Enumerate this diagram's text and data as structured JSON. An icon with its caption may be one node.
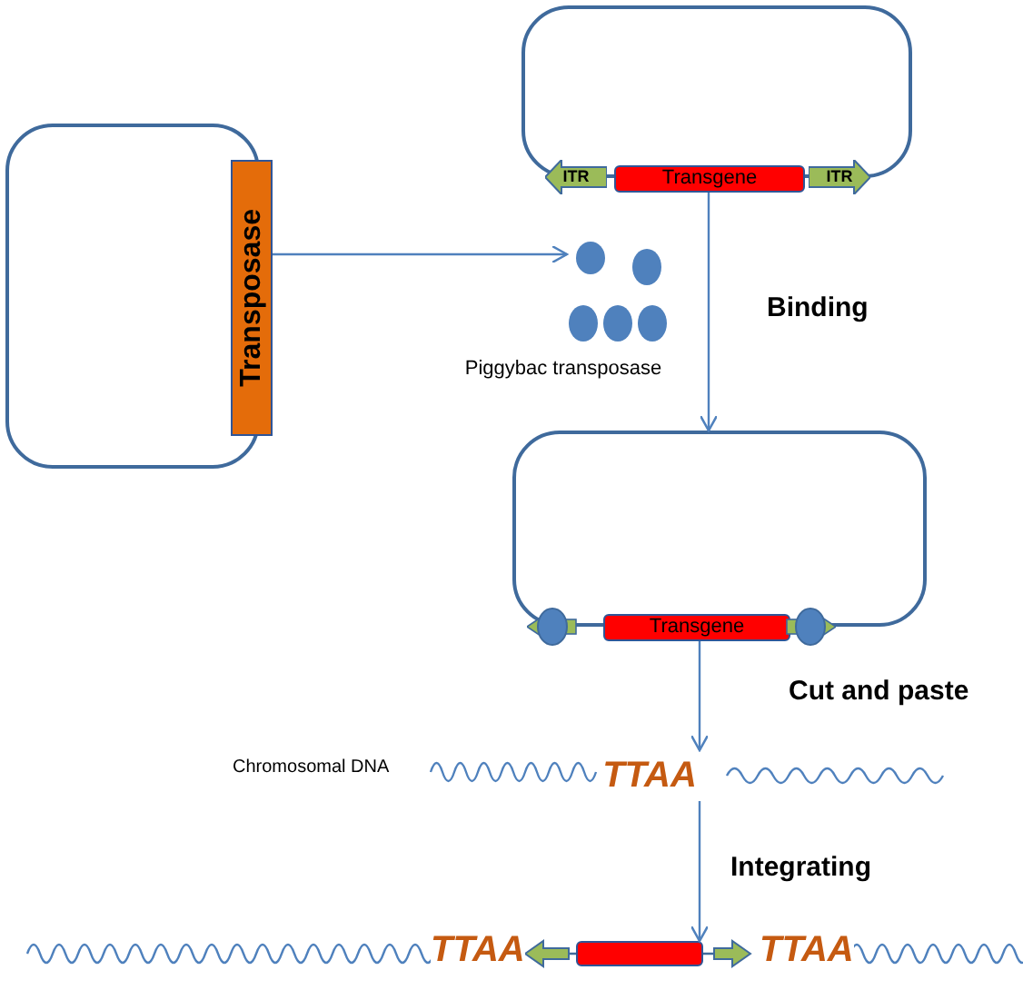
{
  "diagram": {
    "nodes": [
      {
        "text": [],
        "shape": "box"
      },
      {
        "text": [
          "Transposase"
        ]
      },
      {
        "text": [],
        "shape": "box"
      },
      {
        "text": [
          "ITR"
        ]
      },
      {
        "text": [
          "Transgene"
        ]
      },
      {
        "text": [
          "ITR"
        ]
      },
      {
        "text": [],
        "shape": "circle",
        "beside": [
          "Piggybac transposase"
        ]
      },
      {
        "text": [],
        "shape": "box"
      },
      {
        "text": [
          "Transgene"
        ]
      },
      {
        "text": [
          "TTAA"
        ]
      },
      {
        "text": [],
        "shape": "bar"
      }
    ],
    "edges": [
      {
        "from": 1,
        "to": 6,
        "arrow": "to"
      },
      {
        "from": 4,
        "to": 7,
        "arrow": "to",
        "label": "Binding"
      },
      {
        "from": 8,
        "to": 9,
        "arrow": "to",
        "label": "Cut and paste"
      },
      {
        "from": 9,
        "to": 10,
        "arrow": "to",
        "label": "Integrating"
      }
    ],
    "labels": [
      "Chromosomal DNA",
      "TTAA",
      "TTAA"
    ]
  }
}
